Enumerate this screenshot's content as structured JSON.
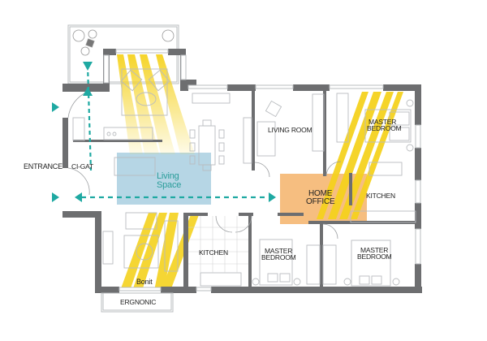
{
  "diagram": {
    "type": "floor-plan",
    "colors": {
      "wall": "#6d6e70",
      "line": "#b9bcbf",
      "sunlight": "#f5d21f",
      "living_space_zone": "#a9cfe0",
      "home_office_zone": "#f5b36a",
      "circulation_arrow": "#1fa9a2",
      "label_text": "#222222",
      "zone_label_text": "#2a9d9a"
    },
    "labels": {
      "entrance": "ENTRANCE",
      "closet": "CI-GAT",
      "living_space_line1": "Living",
      "living_space_line2": "Space",
      "living_room": "LIVING ROOM",
      "master_bedroom_top_line1": "MASTER",
      "master_bedroom_top_line2": "BEDROOM",
      "home_office_line1": "HOME",
      "home_office_line2": "OFFICE",
      "kitchen_right": "KITCHEN",
      "kitchen_bottom": "KITCHEN",
      "master_bedroom_mid_line1": "MASTER",
      "master_bedroom_mid_line2": "BEDROOM",
      "master_bedroom_right_line1": "MASTER",
      "master_bedroom_right_line2": "BEDROOM",
      "bonit": "Bonit",
      "ergnonic": "ERGNONIC"
    },
    "zones": [
      {
        "name": "Living Space",
        "color": "#a9cfe0"
      },
      {
        "name": "Home Office",
        "color": "#f5b36a"
      }
    ],
    "circulation": [
      {
        "from": "balcony",
        "to": "entrance",
        "direction": "vertical"
      },
      {
        "from": "entrance",
        "to": "home office",
        "direction": "horizontal"
      }
    ]
  }
}
